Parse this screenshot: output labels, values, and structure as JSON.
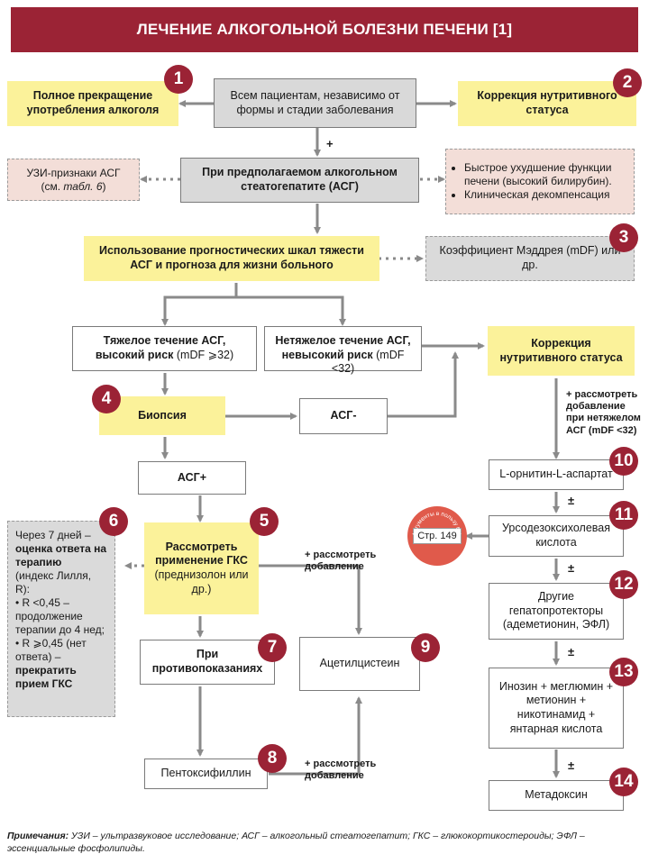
{
  "header": {
    "title": "ЛЕЧЕНИЕ АЛКОГОЛЬНОЙ БОЛЕЗНИ ПЕЧЕНИ [1]"
  },
  "nodes": {
    "all_patients": "Всем пациентам, независимо от формы и стадии заболевания",
    "stop_alcohol": "Полное прекращение употребления алкоголя",
    "nutrition_1": "Коррекция нутритивного статуса",
    "suspected_asg": "При предполагаемом алкогольном стеатогепатите (АСГ)",
    "us_signs_main": "УЗИ-признаки АСГ",
    "us_signs_ref_pre": "(см. ",
    "us_signs_ref_it": "табл. 6",
    "us_signs_ref_post": ")",
    "criteria": [
      "Быстрое ухудшение функции печени (высокий билирубин).",
      "Клиническая декомпенсация"
    ],
    "prognostic_scales": "Использование прогностических шкал тяжести АСГ и прогноза для жизни больного",
    "maddrey": "Коэффициент Мэддрея (mDF) или др.",
    "severe_bold": "Тяжелое течение АСГ, высокий риск",
    "severe_tail": " (mDF ⩾32)",
    "mild_bold": "Нетяжелое течение АСГ, невысокий риск",
    "mild_tail": " (mDF <32)",
    "nutrition_2": "Коррекция нутритивного статуса",
    "biopsy": "Биопсия",
    "asg_neg": "АСГ-",
    "asg_pos": "АСГ+",
    "gks_bold": "Рассмотреть применение ГКС",
    "gks_tail": "(преднизолон или др.)",
    "contra": "При противопоказаниях",
    "acetylcysteine": "Ацетилцистеин",
    "pentoxifylline": "Пентоксифиллин",
    "ornithine": "L-орнитин-L-аспартат",
    "ursodeoxy": "Урсодезоксихолевая кислота",
    "other_hepatoprotectors": "Другие гепатопротекторы (адеметионин, ЭФЛ)",
    "inosine": "Инозин + меглюмин + метионин + никотинамид + янтарная кислота",
    "metadoxine": "Метадоксин"
  },
  "box6": {
    "line1": "Через 7 дней –",
    "line2_bold": "оценка ответа на терапию",
    "line3": "(индекс Лилля, R):",
    "b1": "R <0,45 – продолжение терапии до 4 нед;",
    "b2_pre": "R ⩾0,45 (нет ответа) –",
    "b2_bold": "прекратить прием ГКС"
  },
  "edge_labels": {
    "plus": "+",
    "consider_add_1": "+ рассмотреть добавление",
    "consider_add_2": "+ рассмотреть добавление",
    "consider_nonsevere": "+ рассмотреть добавление при нетяжелом АСГ (mDF <32)",
    "pm1": "±",
    "pm2": "±",
    "pm3": "±",
    "pm4": "±"
  },
  "badges": [
    "1",
    "2",
    "3",
    "4",
    "5",
    "6",
    "7",
    "8",
    "9",
    "10",
    "11",
    "12",
    "13",
    "14"
  ],
  "stamp": {
    "label": "Стр. 149",
    "arc_text": "Аргументы в пользу выбора"
  },
  "notes": {
    "prefix": "Примечания:",
    "text": " УЗИ – ультразвуковое исследование; АСГ – алкогольный стеатогепатит; ГКС – глюкокортикостероиды; ЭФЛ – эссенциальные фосфолипиды."
  },
  "colors": {
    "accent": "#9b2335",
    "highlight": "#fbf29a",
    "neutral": "#d9d9d9",
    "pink": "#f3ded8",
    "line": "#8a8a8a"
  }
}
